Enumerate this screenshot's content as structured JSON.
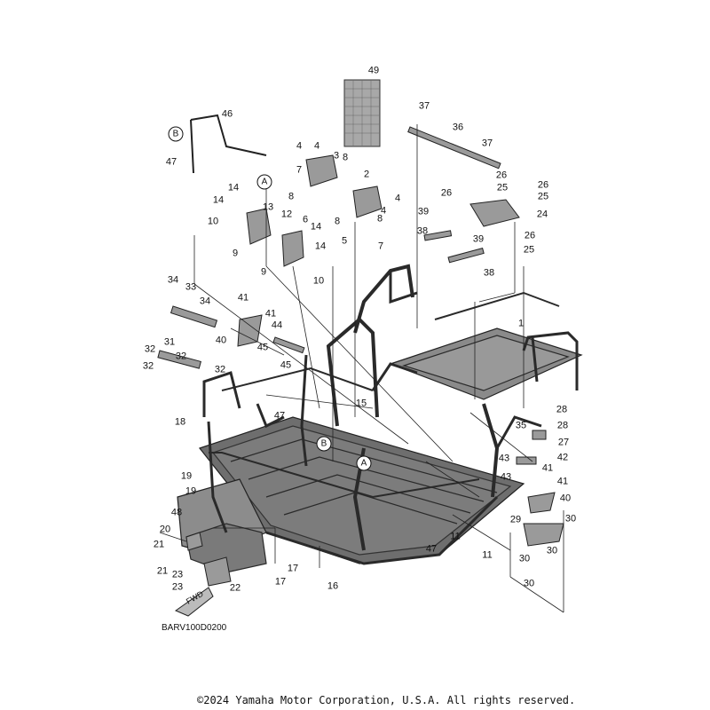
{
  "callouts": [
    "1",
    "2",
    "3",
    "4",
    "4",
    "4",
    "4",
    "5",
    "6",
    "7",
    "7",
    "8",
    "8",
    "8",
    "8",
    "9",
    "9",
    "10",
    "10",
    "11",
    "11",
    "12",
    "13",
    "14",
    "14",
    "14",
    "14",
    "15",
    "16",
    "17",
    "17",
    "18",
    "19",
    "19",
    "20",
    "21",
    "21",
    "22",
    "23",
    "23",
    "24",
    "25",
    "25",
    "25",
    "26",
    "26",
    "26",
    "26",
    "27",
    "28",
    "28",
    "29",
    "30",
    "30",
    "30",
    "30",
    "31",
    "32",
    "32",
    "32",
    "32",
    "33",
    "34",
    "34",
    "35",
    "36",
    "37",
    "37",
    "38",
    "38",
    "39",
    "39",
    "40",
    "40",
    "41",
    "41",
    "41",
    "41",
    "42",
    "43",
    "43",
    "44",
    "45",
    "45",
    "46",
    "47",
    "47",
    "47",
    "48",
    "49"
  ],
  "reference_markers": [
    "B",
    "A",
    "B",
    "A"
  ],
  "fwd_label": "FWD",
  "diagram_code": "BARV100D0200",
  "copyright": "©2024 Yamaha Motor Corporation, U.S.A. All rights reserved."
}
